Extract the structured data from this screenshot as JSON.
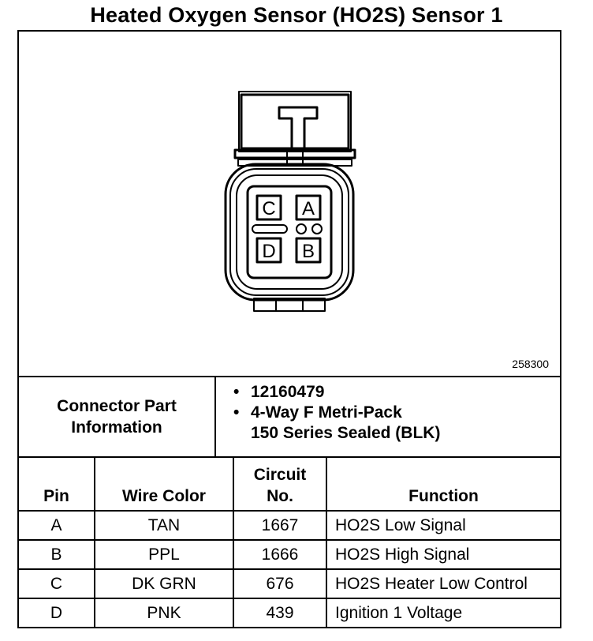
{
  "title": "Heated Oxygen Sensor (HO2S) Sensor 1",
  "diagram": {
    "figure_number": "258300",
    "cavity_labels": [
      "A",
      "B",
      "C",
      "D"
    ]
  },
  "connector_info": {
    "label_line1": "Connector Part",
    "label_line2": "Information",
    "part_number": "12160479",
    "description_line1": "4-Way F Metri-Pack",
    "description_line2": "150 Series Sealed (BLK)",
    "bullet": "•"
  },
  "table": {
    "headers": {
      "pin": "Pin",
      "wire_color": "Wire Color",
      "circuit_line1": "Circuit",
      "circuit_line2": "No.",
      "function": "Function"
    },
    "rows": [
      {
        "pin": "A",
        "wire_color": "TAN",
        "circuit": "1667",
        "function": "HO2S Low Signal"
      },
      {
        "pin": "B",
        "wire_color": "PPL",
        "circuit": "1666",
        "function": "HO2S High Signal"
      },
      {
        "pin": "C",
        "wire_color": "DK GRN",
        "circuit": "676",
        "function": "HO2S Heater Low Control"
      },
      {
        "pin": "D",
        "wire_color": "PNK",
        "circuit": "439",
        "function": "Ignition 1 Voltage"
      }
    ]
  }
}
